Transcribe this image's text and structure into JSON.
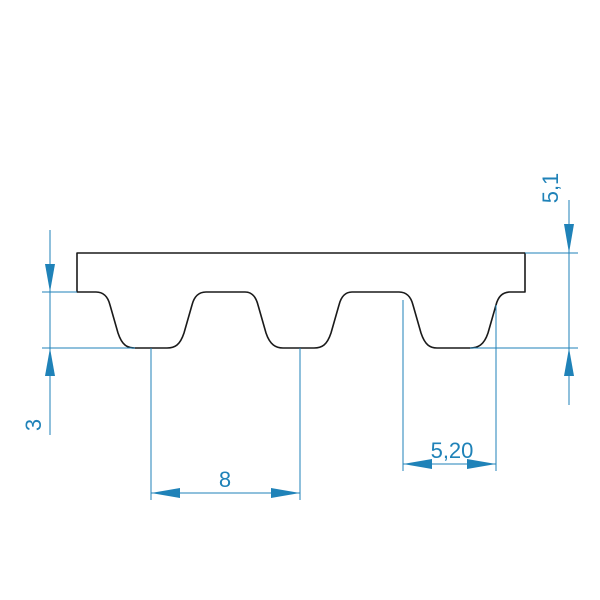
{
  "drawing": {
    "type": "timing-belt-tooth-profile",
    "colors": {
      "outline": "#1a1a1a",
      "dimension": "#1f82b8",
      "background": "#ffffff"
    },
    "dimensions": {
      "pitch": "8",
      "tooth_width": "5,20",
      "tooth_height": "3",
      "belt_height": "5,1"
    }
  }
}
